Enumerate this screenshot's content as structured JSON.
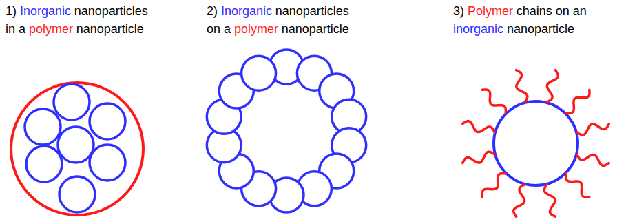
{
  "diagram": {
    "labels": [
      "1)",
      "Inorganic",
      "nanoparticles",
      "in a",
      "polymer",
      "nanoparticle",
      "2)",
      "Inorganic",
      "nanoparticles",
      "on a",
      "polymer",
      "nanoparticle",
      "3)",
      "Polymer",
      "chains on an",
      "inorganic",
      "nanoparticle"
    ]
  }
}
